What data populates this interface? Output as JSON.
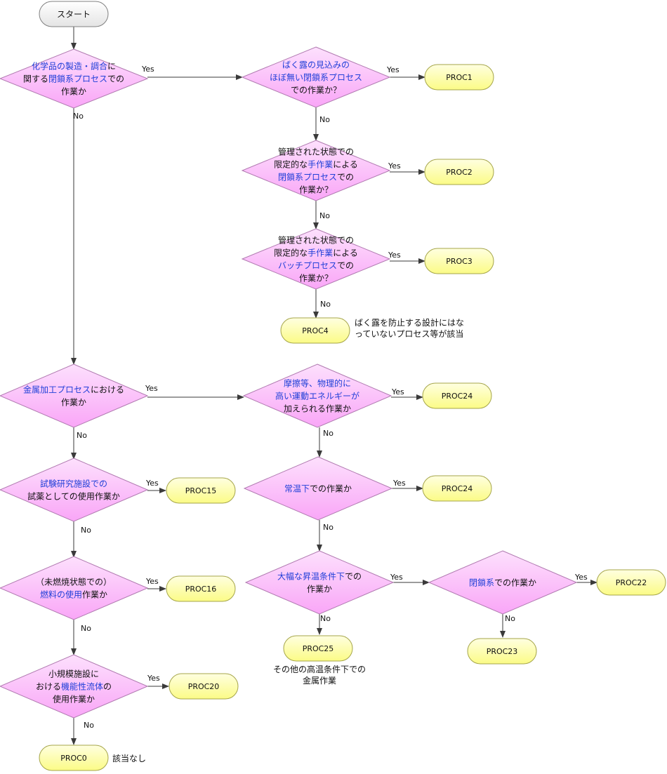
{
  "start": {
    "label": "スタート"
  },
  "decisions": {
    "q_closed_chem": [
      [
        {
          "t": "化学品の製造・調合",
          "h": true
        },
        {
          "t": "に"
        }
      ],
      [
        {
          "t": "関する"
        },
        {
          "t": "閉鎖系プロセス",
          "h": true
        },
        {
          "t": "での"
        }
      ],
      [
        {
          "t": "作業か"
        }
      ]
    ],
    "q_no_exposure": [
      [
        {
          "t": "ばく露の見込みの",
          "h": true
        }
      ],
      [
        {
          "t": "ほぼ無い閉鎖系プロセス",
          "h": true
        }
      ],
      [
        {
          "t": "での作業か？"
        }
      ]
    ],
    "q_manual_closed": [
      [
        {
          "t": "管理された状態での"
        }
      ],
      [
        {
          "t": "限定的な"
        },
        {
          "t": "手作業",
          "h": true
        },
        {
          "t": "による"
        }
      ],
      [
        {
          "t": "閉鎖系プロセス",
          "h": true
        },
        {
          "t": "での"
        }
      ],
      [
        {
          "t": "作業か？"
        }
      ]
    ],
    "q_manual_batch": [
      [
        {
          "t": "管理された状態での"
        }
      ],
      [
        {
          "t": "限定的な"
        },
        {
          "t": "手作業",
          "h": true
        },
        {
          "t": "による"
        }
      ],
      [
        {
          "t": "バッチプロセス",
          "h": true
        },
        {
          "t": "での"
        }
      ],
      [
        {
          "t": "作業か？"
        }
      ]
    ],
    "q_metal": [
      [
        {
          "t": "金属加工プロセス",
          "h": true
        },
        {
          "t": "における"
        }
      ],
      [
        {
          "t": "作業か"
        }
      ]
    ],
    "q_friction": [
      [
        {
          "t": "摩擦等、物理的に",
          "h": true
        }
      ],
      [
        {
          "t": "高い運動エネルギーが",
          "h": true
        }
      ],
      [
        {
          "t": "加えられる作業か"
        }
      ]
    ],
    "q_room_temp": [
      [
        {
          "t": "常温下",
          "h": true
        },
        {
          "t": "での作業か"
        }
      ]
    ],
    "q_high_temp": [
      [
        {
          "t": "大幅な昇温条件下",
          "h": true
        },
        {
          "t": "での"
        }
      ],
      [
        {
          "t": "作業か"
        }
      ]
    ],
    "q_closed_sys": [
      [
        {
          "t": "閉鎖系",
          "h": true
        },
        {
          "t": "での作業か"
        }
      ]
    ],
    "q_lab": [
      [
        {
          "t": "試験研究施設での",
          "h": true
        }
      ],
      [
        {
          "t": "試薬としての使用作業か"
        }
      ]
    ],
    "q_fuel": [
      [
        {
          "t": "（未燃焼状態での）"
        }
      ],
      [
        {
          "t": "燃料の使用",
          "h": true
        },
        {
          "t": "作業か"
        }
      ]
    ],
    "q_fluid": [
      [
        {
          "t": "小規模施設に"
        }
      ],
      [
        {
          "t": "おける"
        },
        {
          "t": "機能性流体",
          "h": true
        },
        {
          "t": "の"
        }
      ],
      [
        {
          "t": "使用作業か"
        }
      ]
    ]
  },
  "results": {
    "r1": "PROC1",
    "r2": "PROC2",
    "r3": "PROC3",
    "r4": "PROC4",
    "r24a": "PROC24",
    "r24b": "PROC24",
    "r22": "PROC22",
    "r25": "PROC25",
    "r23": "PROC23",
    "r15": "PROC15",
    "r16": "PROC16",
    "r20": "PROC20",
    "r0": "PROC0"
  },
  "labels": {
    "yes": "Yes",
    "no": "No"
  },
  "notes": {
    "proc4": [
      "ばく露を防止する設計にはな",
      "っていないプロセス等が該当"
    ],
    "proc25": [
      "その他の高温条件下での",
      "金属作業"
    ],
    "proc0": [
      "該当なし"
    ]
  },
  "colors": {
    "decision_fill": "#f9a6f7",
    "decision_stroke": "#b07ab0",
    "result_fill": "#fdfd8e",
    "result_stroke": "#a5a54a",
    "start_fill": "#eeeeee",
    "start_stroke": "#808080",
    "highlight_text": "#1f3fd8",
    "line": "#3a3a3a"
  }
}
